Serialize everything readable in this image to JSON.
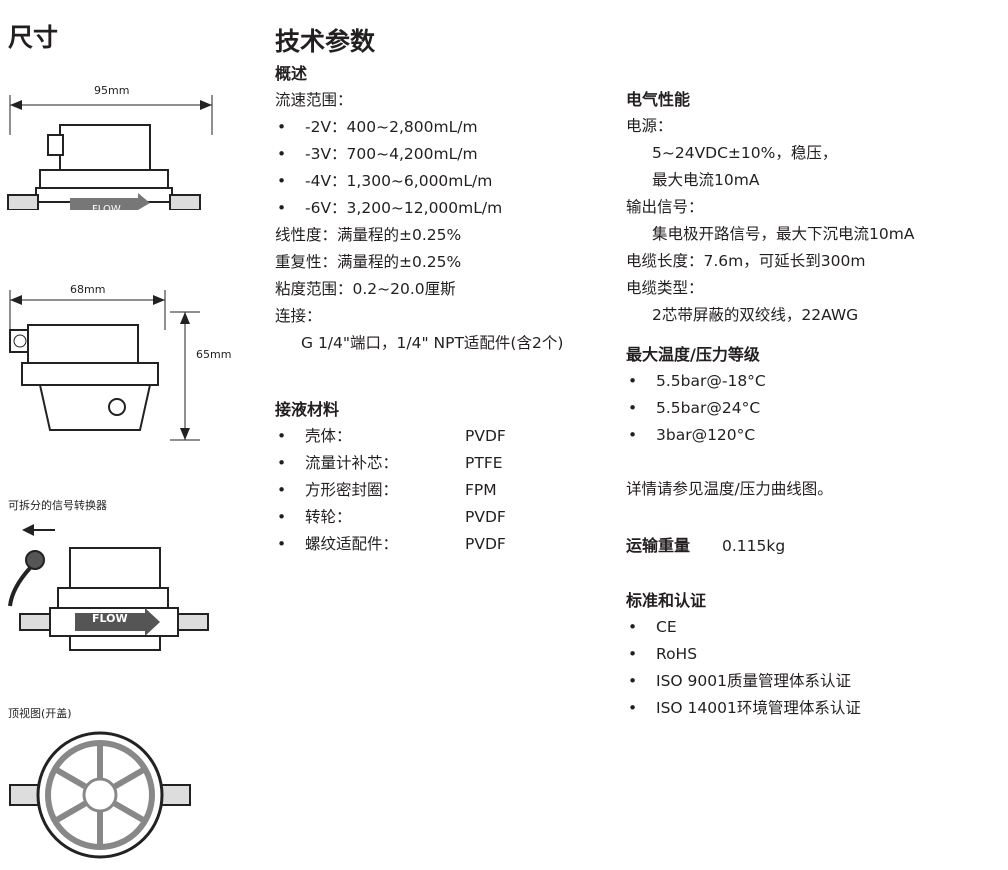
{
  "dimensions": {
    "title": "尺寸",
    "width_label": "95mm",
    "flow_label": "FLOW",
    "side_width_label": "68mm",
    "height_label": "65mm",
    "converter_caption": "可拆分的信号转换器",
    "top_view_caption": "顶视图(开盖)"
  },
  "tech": {
    "title": "技术参数",
    "overview": {
      "heading": "概述",
      "flow_range_label": "流速范围：",
      "flow_ranges": [
        "-2V：400~2,800mL/m",
        "-3V：700~4,200mL/m",
        "-4V：1,300~6,000mL/m",
        "-6V：3,200~12,000mL/m"
      ],
      "linearity": "线性度：满量程的±0.25%",
      "repeatability": "重复性：满量程的±0.25%",
      "viscosity": "粘度范围：0.2~20.0厘斯",
      "connection_label": "连接：",
      "connection_value": "G 1/4\"端口，1/4\" NPT适配件(含2个)"
    },
    "wetted": {
      "heading": "接液材料",
      "items": [
        {
          "part": "壳体：",
          "material": "PVDF"
        },
        {
          "part": "流量计补芯：",
          "material": "PTFE"
        },
        {
          "part": "方形密封圈：",
          "material": "FPM"
        },
        {
          "part": "转轮：",
          "material": "PVDF"
        },
        {
          "part": "螺纹适配件：",
          "material": "PVDF"
        }
      ]
    },
    "electrical": {
      "heading": "电气性能",
      "power_label": "电源：",
      "power_line1": "5~24VDC±10%，稳压，",
      "power_line2": "最大电流10mA",
      "output_label": "输出信号：",
      "output_value": "集电极开路信号，最大下沉电流10mA",
      "cable_length": "电缆长度：7.6m，可延长到300m",
      "cable_type_label": "电缆类型：",
      "cable_type_value": "2芯带屏蔽的双绞线，22AWG"
    },
    "temp_pressure": {
      "heading": "最大温度/压力等级",
      "items": [
        "5.5bar@-18°C",
        "5.5bar@24°C",
        "3bar@120°C"
      ],
      "note": "详情请参见温度/压力曲线图。"
    },
    "shipping": {
      "label": "运输重量",
      "value": "0.115kg"
    },
    "standards": {
      "heading": "标准和认证",
      "items": [
        "CE",
        "RoHS",
        "ISO 9001质量管理体系认证",
        "ISO 14001环境管理体系认证"
      ]
    }
  }
}
